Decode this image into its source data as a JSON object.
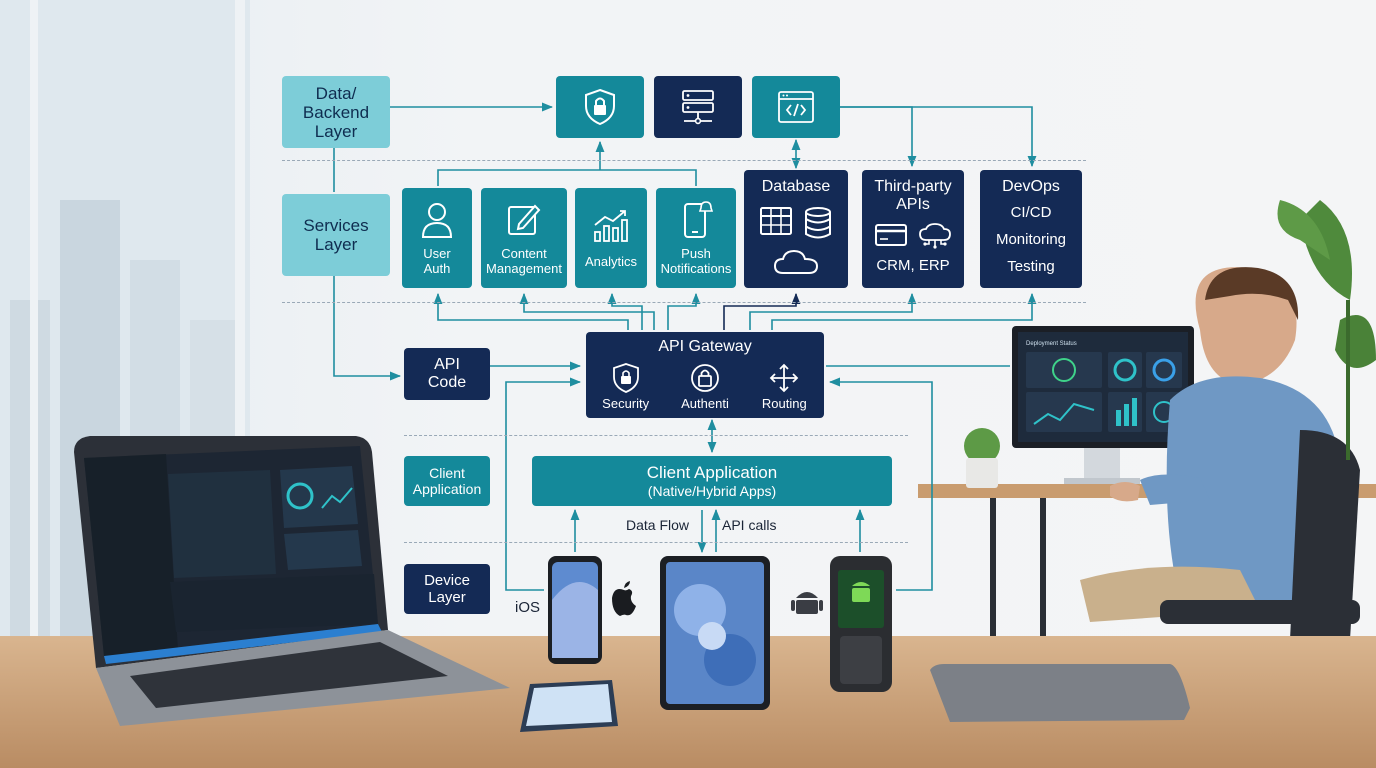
{
  "layers": {
    "data_backend": "Data/ Backend Layer",
    "services": "Services Layer",
    "api_code": "API Code",
    "client_app": "Client Application",
    "device": "Device Layer"
  },
  "services": {
    "user_auth": "User Auth",
    "content": "Content Management",
    "analytics": "Analytics",
    "push": "Push Notifications"
  },
  "database": {
    "title": "Database"
  },
  "third_party": {
    "title": "Third-party APIs",
    "subtitle": "CRM, ERP"
  },
  "devops": {
    "title": "DevOps",
    "items": [
      "CI/CD",
      "Monitoring",
      "Testing"
    ]
  },
  "gateway": {
    "title": "API Gateway",
    "security": "Security",
    "auth": "Authenti",
    "routing": "Routing"
  },
  "client_box": {
    "title": "Client Application",
    "subtitle": "(Native/Hybrid Apps)"
  },
  "flow": {
    "data_flow": "Data Flow",
    "api_calls": "API calls"
  },
  "devices": {
    "ios": "iOS"
  },
  "monitor": {
    "title": "Deployment Status"
  },
  "colors": {
    "navy": "#142a55",
    "teal": "#14899a",
    "light_teal": "#7dcdd8",
    "arrow": "#1f8ea0"
  }
}
